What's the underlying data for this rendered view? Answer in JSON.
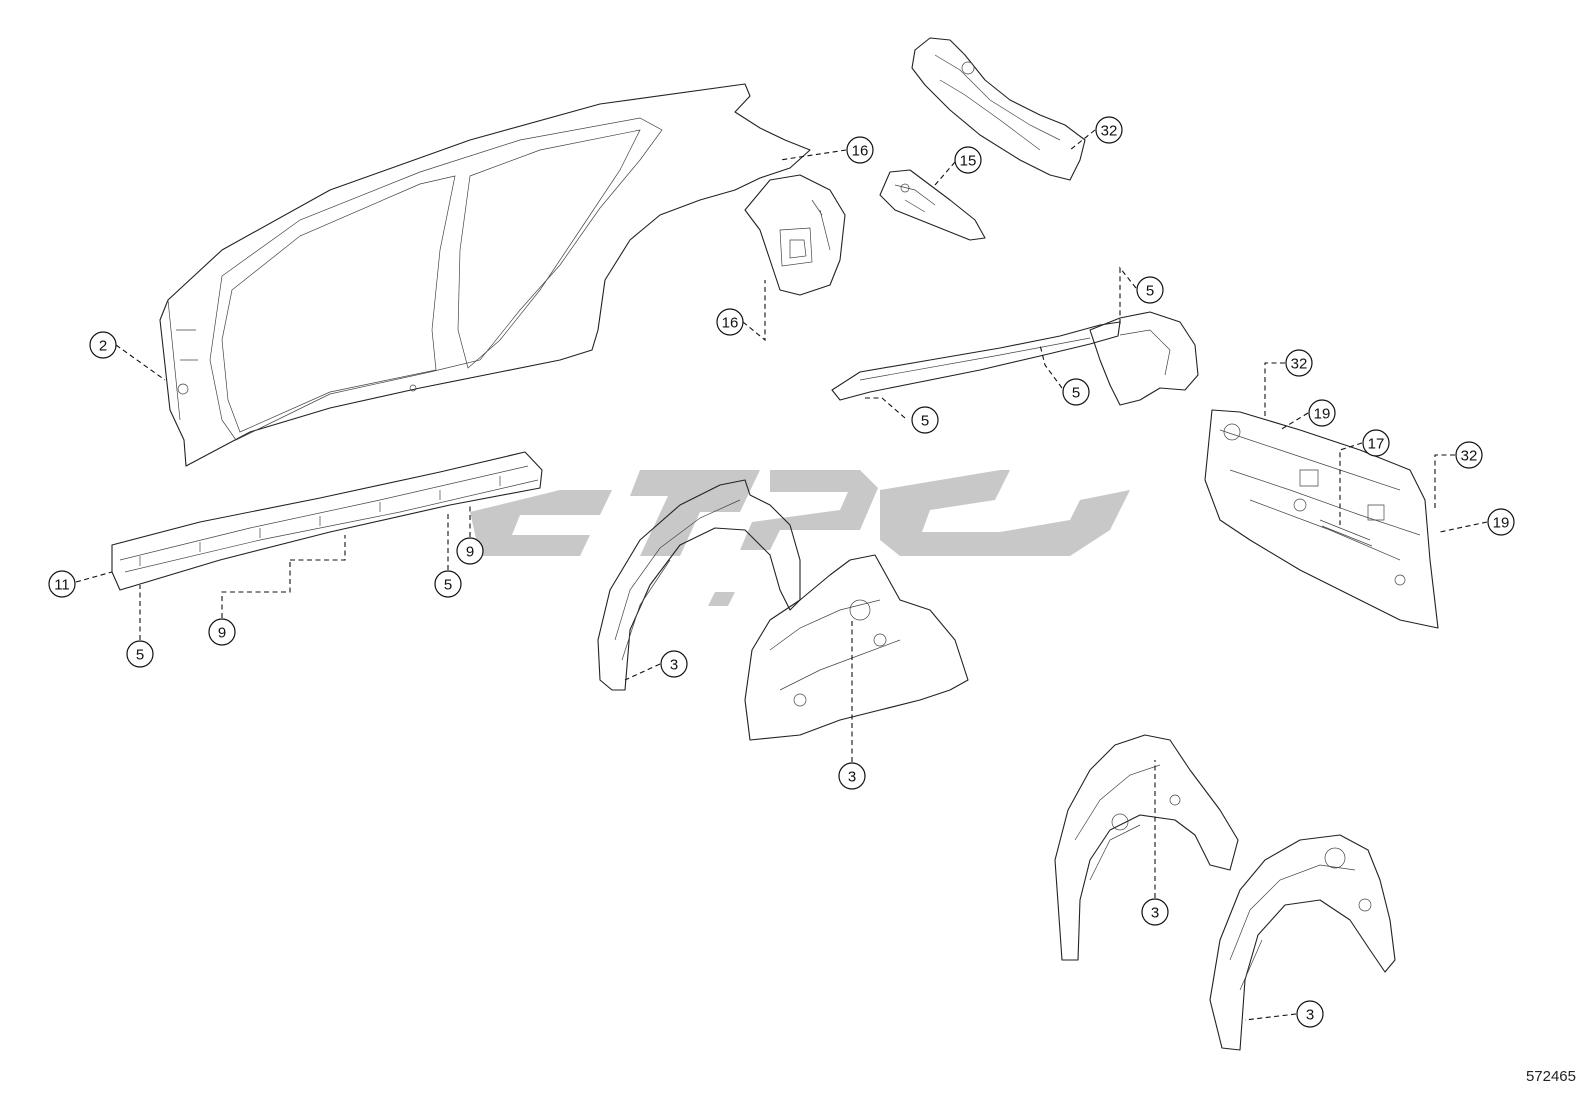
{
  "diagram_id": "572465",
  "callouts": [
    "2",
    "16",
    "16",
    "15",
    "32",
    "5",
    "5",
    "5",
    "32",
    "19",
    "17",
    "32",
    "19",
    "11",
    "5",
    "9",
    "5",
    "9",
    "3",
    "3",
    "3",
    "3"
  ]
}
